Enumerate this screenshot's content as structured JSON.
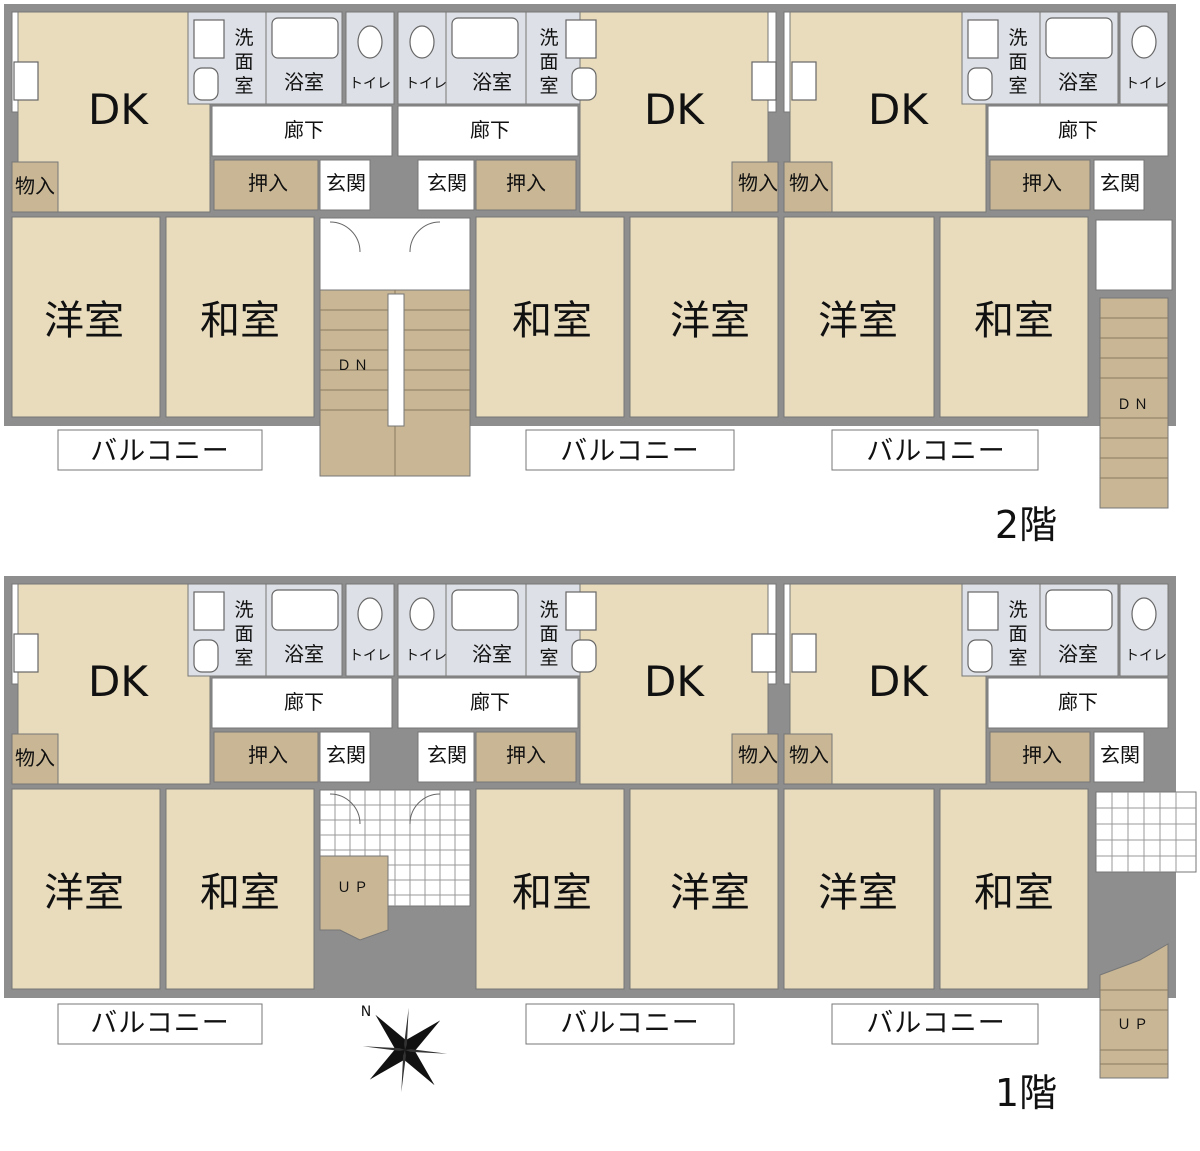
{
  "floors": {
    "second": {
      "label": "2階",
      "stair_label": "ＤＮ"
    },
    "first": {
      "label": "1階",
      "stair_label": "ＵＰ"
    }
  },
  "rooms": {
    "dk": "DK",
    "western": "洋室",
    "japanese": "和室",
    "closet_mono": "物入",
    "closet_oshi": "押入",
    "entrance": "玄関",
    "corridor": "廊下",
    "bath": "浴室",
    "toilet": "トイレ",
    "washroom": "洗面室",
    "balcony": "バルコニー"
  },
  "compass": {
    "north": "N"
  },
  "colors": {
    "room": "#e8dcbd",
    "storage": "#c9b695",
    "wet_area": "#dde0e6",
    "wall": "#8e8e8e"
  }
}
